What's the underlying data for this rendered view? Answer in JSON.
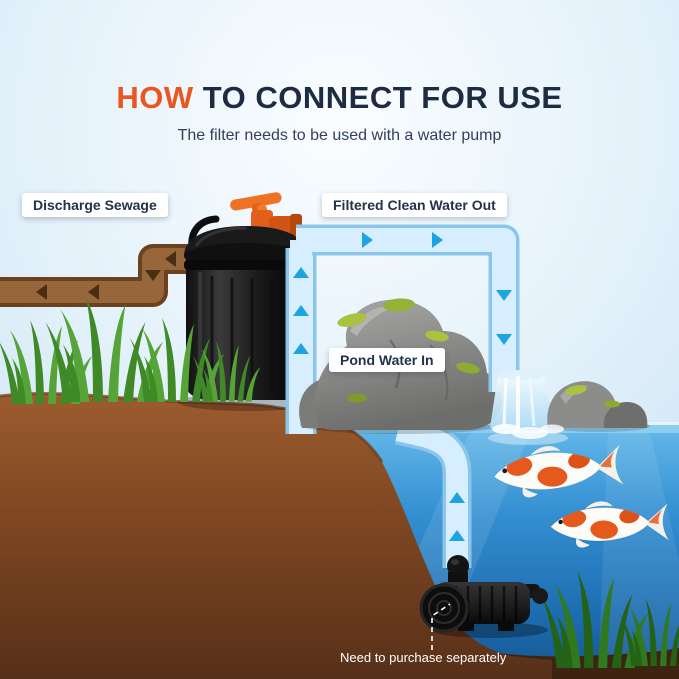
{
  "header": {
    "title_highlight": "HOW",
    "title_rest": " TO CONNECT FOR USE",
    "subtitle": "The filter needs to be used with a water pump"
  },
  "labels": {
    "discharge": "Discharge Sewage",
    "filtered_out": "Filtered Clean Water Out",
    "pond_in": "Pond Water In",
    "purchase_note": "Need to purchase separately"
  },
  "colors": {
    "accent_orange": "#EA561F",
    "heading_navy": "#1E2C42",
    "pipe_blue_light": "#D6EEFD",
    "pipe_blue_border": "#8AC6EC",
    "arrow_cyan": "#1CA3E0",
    "sewage_pipe_brown": "#91613A",
    "sewage_arrow_brown": "#4A2E12",
    "pond_water_blue": "#2E86C8",
    "soil_brown": "#7A4420",
    "grass_green": "#56A437",
    "filter_black": "#181818",
    "valve_orange": "#E2601B",
    "koi_white": "#FBFBF8",
    "koi_orange": "#E5591D"
  }
}
